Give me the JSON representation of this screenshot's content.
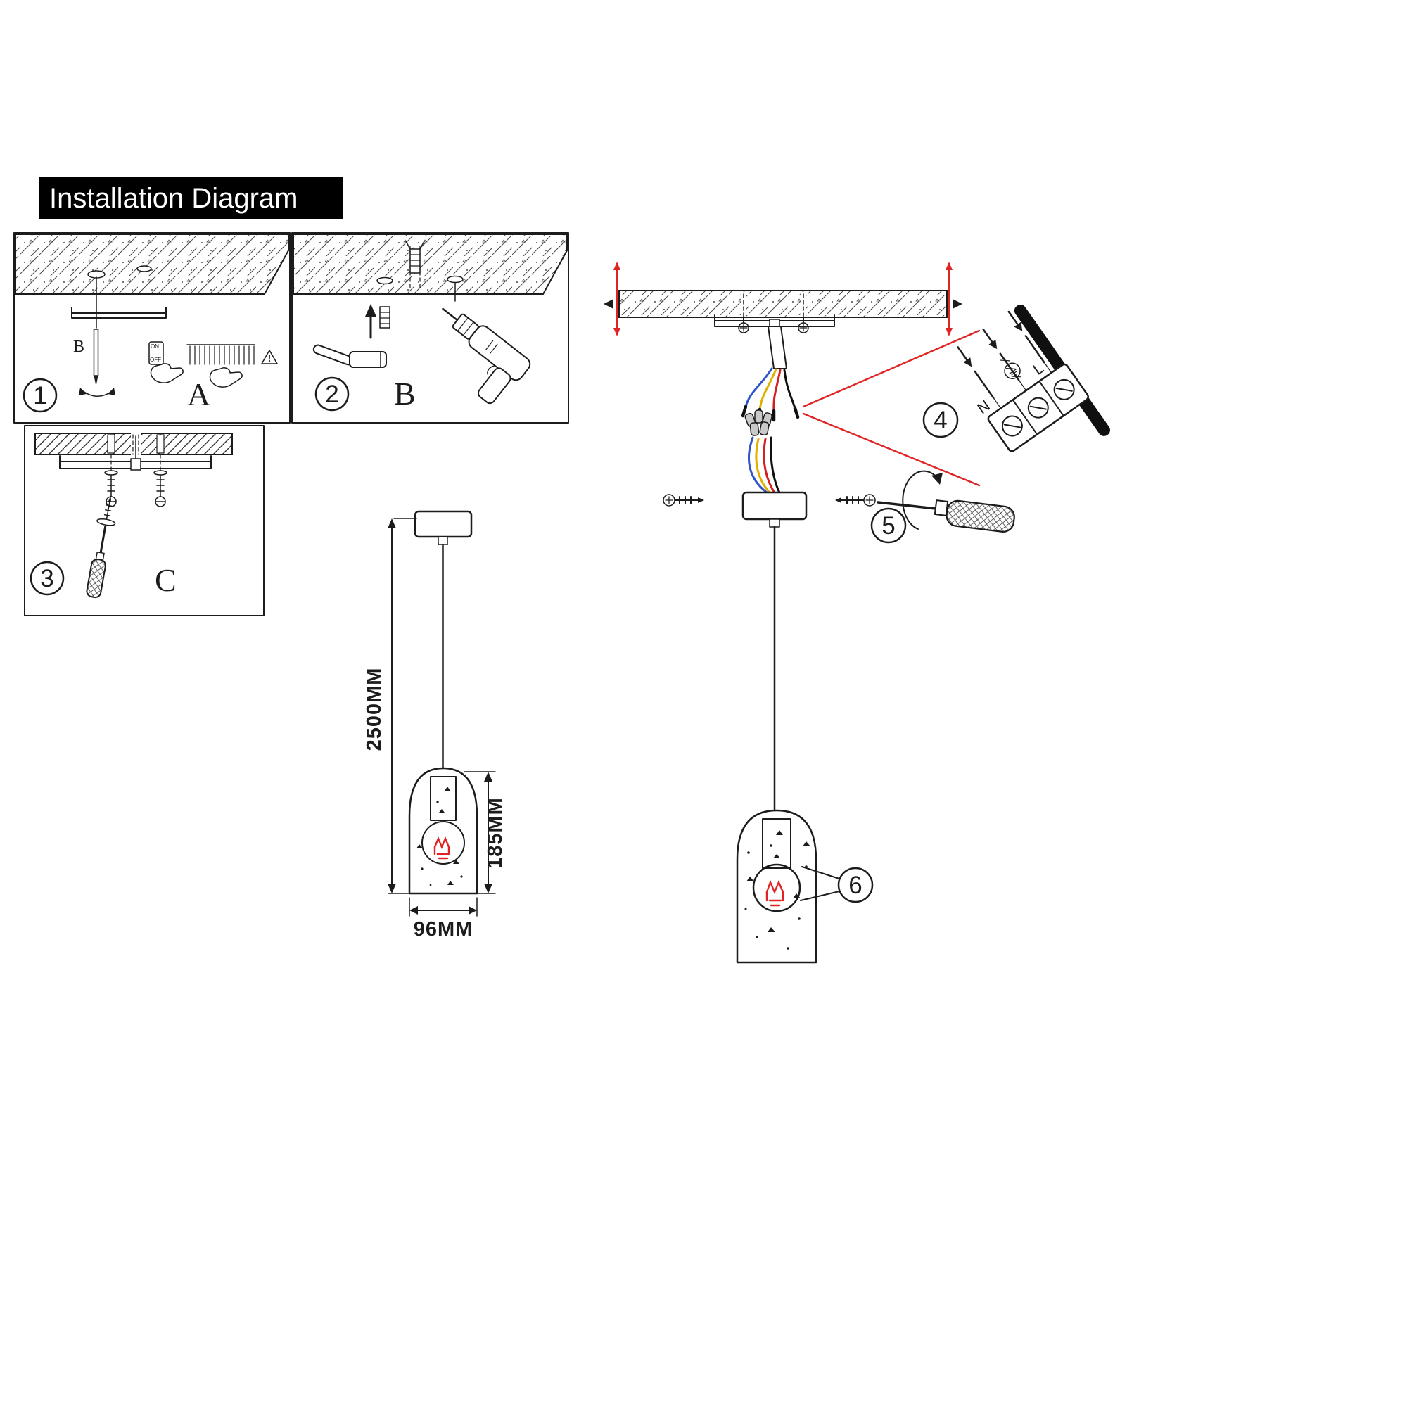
{
  "title": "Installation Diagram",
  "badges": {
    "step1": "1",
    "step2": "2",
    "step3": "3",
    "step4": "4",
    "step5": "5",
    "step6": "6"
  },
  "labels": {
    "step1_tool": "B",
    "step1_part": "A",
    "step2_tool": "B",
    "step3_tool": "C",
    "switch_on": "ON",
    "switch_off": "OFF",
    "warning": "!",
    "terminal_neutral": "N",
    "terminal_live": "L"
  },
  "dimensions": {
    "overall_height": "2500MM",
    "shade_height": "185MM",
    "shade_width": "96MM"
  },
  "icons": {
    "warning": "warning-triangle-icon",
    "earth": "earth-ground-icon",
    "hand": "hand-icon",
    "hammer": "hammer-icon",
    "drill": "drill-icon",
    "screwdriver": "screwdriver-icon",
    "pencil": "pencil-icon",
    "rotate": "rotate-arrow-icon",
    "screw": "screw-icon",
    "wall_anchor": "wall-anchor-icon",
    "bulb": "bulb-icon"
  },
  "colors": {
    "line": "#1c1c1c",
    "accent_red": "#e02424",
    "wire_blue": "#2f54c9",
    "wire_yellow": "#e0b000",
    "wire_red": "#d42020",
    "wire_black": "#101010",
    "connector_gray": "#c9c9c9",
    "title_bg": "#000000",
    "title_fg": "#ffffff"
  }
}
